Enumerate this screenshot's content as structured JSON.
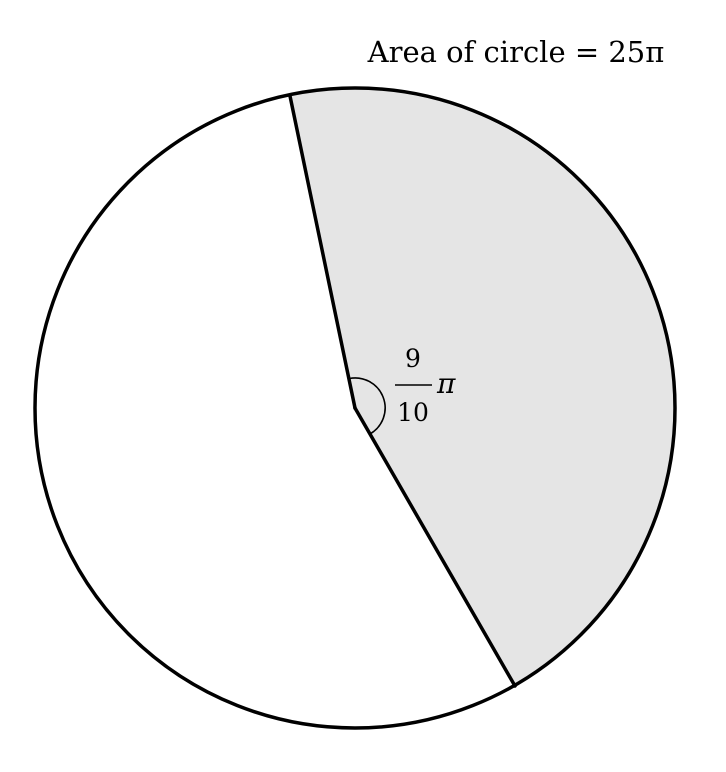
{
  "title": "Area of circle = 25π",
  "angle_label": {
    "numerator": "9",
    "denominator": "10",
    "symbol": "π"
  },
  "colors": {
    "sector_fill": "#e5e5e5",
    "stroke": "#000000",
    "background": "#ffffff"
  }
}
